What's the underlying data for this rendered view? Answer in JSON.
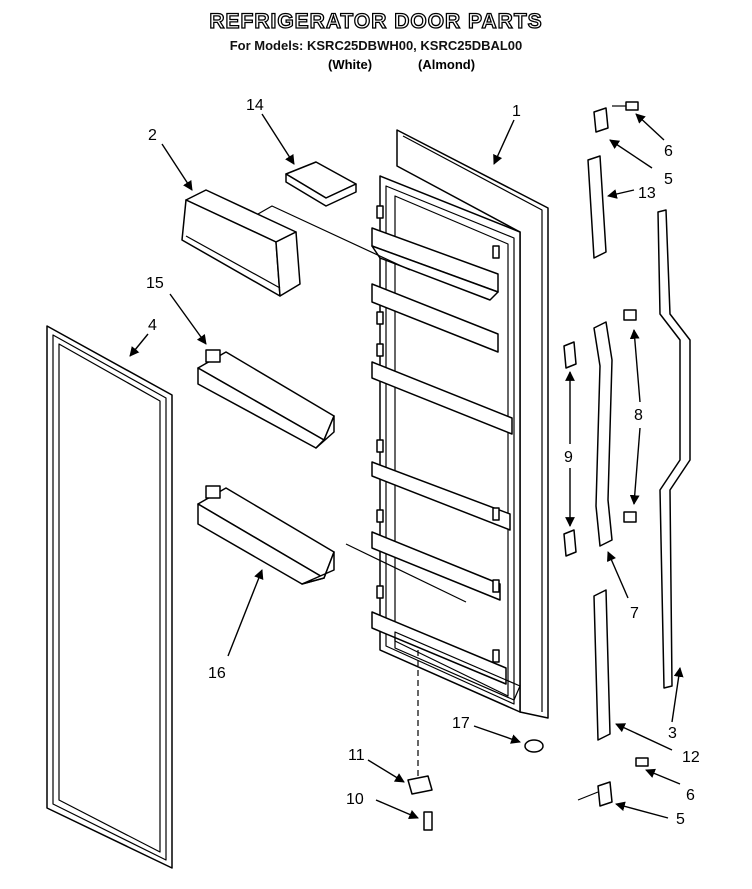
{
  "header": {
    "title": "REFRIGERATOR DOOR PARTS",
    "models_line": "For Models: KSRC25DBWH00, KSRC25DBAL00",
    "color_white": "(White)",
    "color_almond": "(Almond)"
  },
  "callouts": {
    "c1": "1",
    "c2": "2",
    "c3": "3",
    "c4": "4",
    "c5a": "5",
    "c5b": "5",
    "c6a": "6",
    "c6b": "6",
    "c7": "7",
    "c8": "8",
    "c9": "9",
    "c10": "10",
    "c11": "11",
    "c12": "12",
    "c13": "13",
    "c14": "14",
    "c15": "15",
    "c16": "16",
    "c17": "17"
  }
}
